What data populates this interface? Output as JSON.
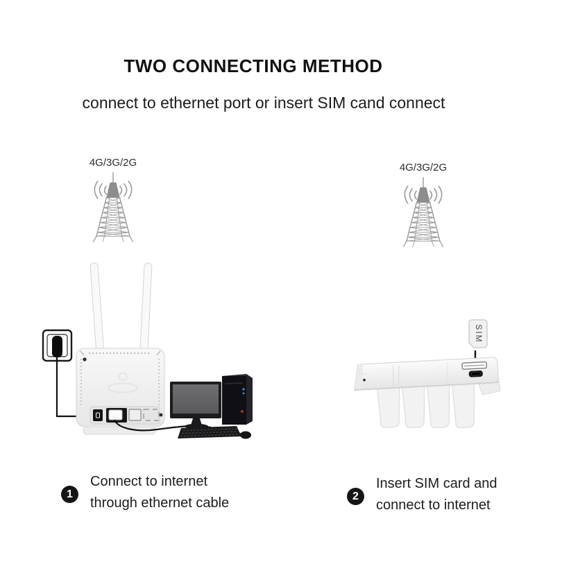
{
  "header": {
    "title": "TWO CONNECTING METHOD",
    "subtitle": "connect to ethernet port or insert SIM cand connect"
  },
  "method_ethernet": {
    "tower_label": "4G/3G/2G",
    "step_number": "1",
    "step_line1": "Connect to internet",
    "step_line2": "through ethernet cable"
  },
  "method_sim": {
    "tower_label": "4G/3G/2G",
    "sim_card_label": "SIM",
    "step_number": "2",
    "step_line1": "Insert SIM card and",
    "step_line2": "connect to internet"
  },
  "colors": {
    "background": "#ffffff",
    "text": "#1a1a1a",
    "tower_gray": "#9a9a9a",
    "badge_background": "#151515",
    "badge_number": "#ffffff",
    "device_body": "#f4f4f4",
    "led_blue": "#4a90d9"
  }
}
